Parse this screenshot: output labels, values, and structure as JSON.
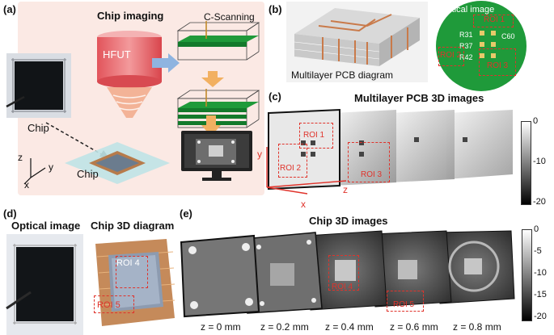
{
  "panels": {
    "a": {
      "label": "(a)",
      "title": "Chip imaging",
      "hfut": "HFUT",
      "c_scanning": "C-Scanning",
      "chip_label": "Chip",
      "chip_label_2": "Chip",
      "axes": {
        "z": "z",
        "y": "y",
        "x": "x"
      }
    },
    "b": {
      "label": "(b)",
      "pcb_diagram": "Multilayer PCB diagram",
      "optical_image": "Optical image",
      "roi1": "ROI 1",
      "roi2": "ROI 2",
      "roi3": "ROI 3",
      "board_text": [
        "R31",
        "R37",
        "R42",
        "C60"
      ]
    },
    "c": {
      "label": "(c)",
      "title": "Multilayer PCB 3D images",
      "roi1": "ROI 1",
      "roi2": "ROI 2",
      "roi3": "ROI 3",
      "axes": {
        "y": "y",
        "x": "x",
        "z": "z"
      },
      "colorbar_ticks": [
        "0",
        "-10",
        "-20"
      ]
    },
    "d": {
      "label": "(d)",
      "optical_image": "Optical image",
      "diagram": "Chip 3D diagram",
      "roi4": "ROI 4",
      "roi5": "ROI 5"
    },
    "e": {
      "label": "(e)",
      "title": "Chip 3D images",
      "roi4": "ROI 4",
      "roi5": "ROI 5",
      "depths": [
        "z = 0 mm",
        "z = 0.2 mm",
        "z = 0.4 mm",
        "z = 0.6 mm",
        "z = 0.8 mm"
      ],
      "colorbar_ticks": [
        "0",
        "-5",
        "-10",
        "-15",
        "-20"
      ]
    }
  },
  "colors": {
    "roi": "#e0332b",
    "glass": "#bfe3e6",
    "pcb_green": "#1f9a3a",
    "beam": "#f1a98a"
  }
}
